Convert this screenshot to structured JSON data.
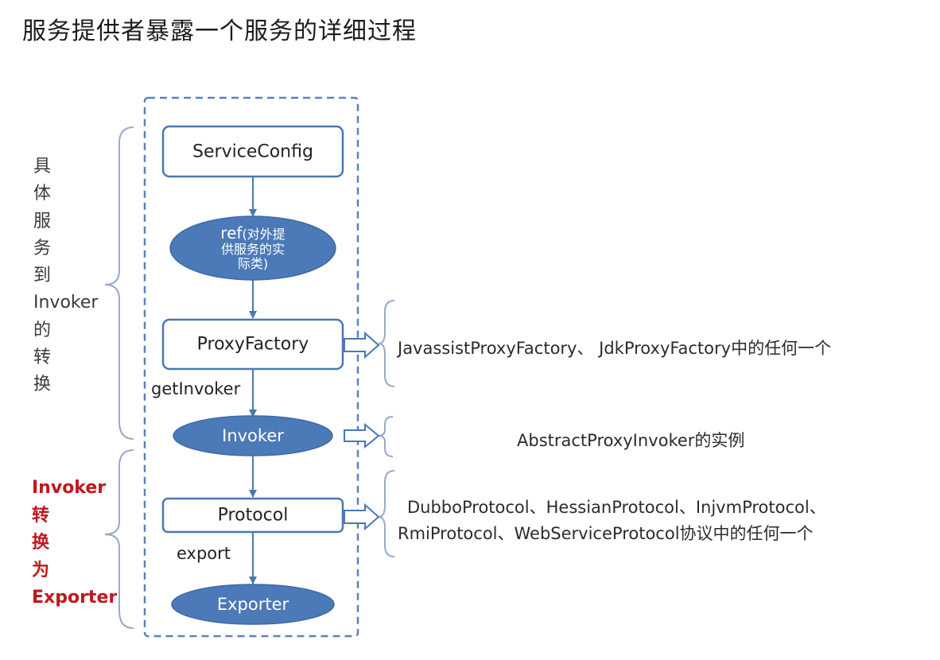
{
  "title": "服务提供者暴露一个服务的详细过程",
  "side_labels": {
    "invoker_conversion": [
      "具",
      "体",
      "服",
      "务",
      "到",
      "Invoker",
      "的",
      "转",
      "换"
    ],
    "exporter_conversion": [
      "Invoker",
      "转",
      "换",
      "为",
      "Exporter"
    ]
  },
  "nodes": {
    "service_config": "ServiceConfig",
    "ref_line1": "ref",
    "ref_line1_paren": "(对外提",
    "ref_line2": "供服务的实",
    "ref_line3": "际类)",
    "proxy_factory": "ProxyFactory",
    "invoker": "Invoker",
    "protocol": "Protocol",
    "exporter": "Exporter"
  },
  "edge_labels": {
    "get_invoker": "getInvoker",
    "export": "export"
  },
  "notes": {
    "proxy_factory_impl": "JavassistProxyFactory、 JdkProxyFactory中的任何一个",
    "invoker_impl": "AbstractProxyInvoker的实例",
    "protocol_impl_line1": "DubboProtocol、HessianProtocol、InjvmProtocol、",
    "protocol_impl_line2": "RmiProtocol、WebServiceProtocol协议中的任何一个"
  },
  "colors": {
    "node_border": "#4a78b5",
    "ellipse_fill": "#4c79b8",
    "dashed_frame": "#5b82bb",
    "brace": "#9aa9c9",
    "exporter_label": "#c0181d"
  }
}
